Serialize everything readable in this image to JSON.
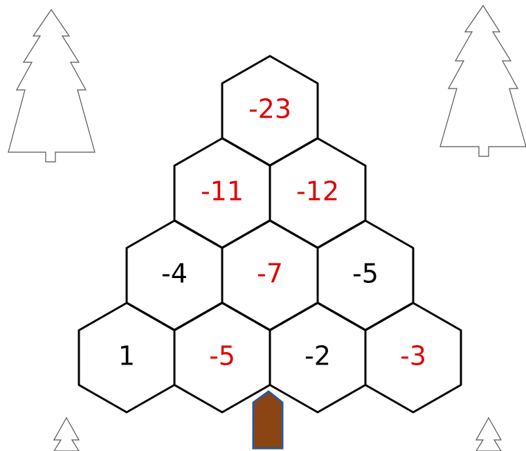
{
  "colors": {
    "given": "#000000",
    "answer": "#e00000",
    "trunk_fill": "#8b4513",
    "trunk_stroke": "#2f5597"
  },
  "pyramid": {
    "rows": [
      [
        {
          "value": "-23",
          "color": "answer"
        }
      ],
      [
        {
          "value": "-11",
          "color": "answer"
        },
        {
          "value": "-12",
          "color": "answer"
        }
      ],
      [
        {
          "value": "-4",
          "color": "given"
        },
        {
          "value": "-7",
          "color": "answer"
        },
        {
          "value": "-5",
          "color": "given"
        }
      ],
      [
        {
          "value": "1",
          "color": "given"
        },
        {
          "value": "-5",
          "color": "answer"
        },
        {
          "value": "-2",
          "color": "given"
        },
        {
          "value": "-3",
          "color": "answer"
        }
      ]
    ]
  }
}
